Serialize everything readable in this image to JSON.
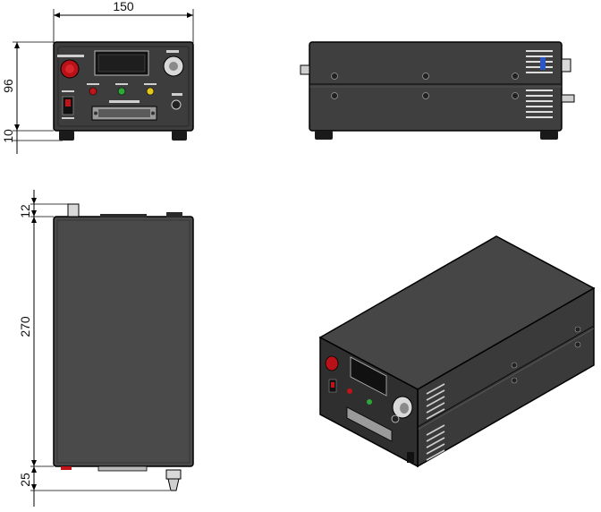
{
  "dimensions": {
    "width": "150",
    "height": "96",
    "feet": "10",
    "top_protrusion": "12",
    "depth": "270",
    "bottom_protrusion": "25"
  },
  "colors": {
    "body": "#4a4a4a",
    "body_dark": "#2e2e2e",
    "line": "#000000",
    "red": "#c0141a",
    "green": "#2fa83a",
    "yellow": "#e2c81b",
    "display": "#111111"
  }
}
